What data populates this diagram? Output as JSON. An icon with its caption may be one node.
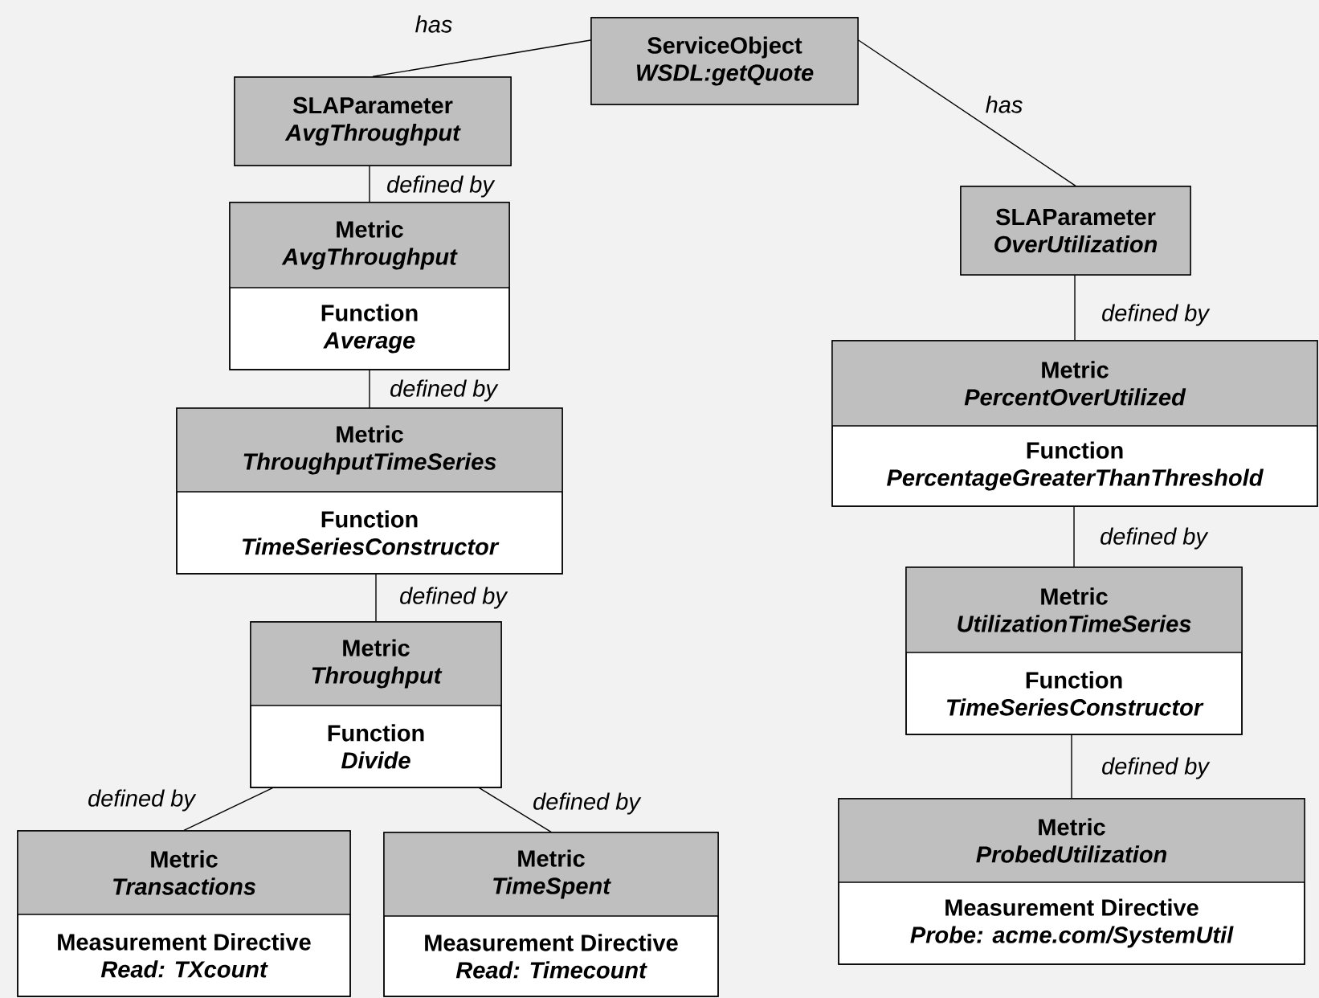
{
  "diagram": {
    "nodes": [
      {
        "text": [
          "ServiceObject",
          "WSDL:getQuote"
        ]
      },
      {
        "text": [
          "SLAParameter",
          "AvgThroughput"
        ]
      },
      {
        "text": [
          "Metric",
          "AvgThroughput",
          "Function",
          "Average"
        ]
      },
      {
        "text": [
          "Metric",
          "ThroughputTimeSeries",
          "Function",
          "TimeSeriesConstructor"
        ]
      },
      {
        "text": [
          "Metric",
          "Throughput",
          "Function",
          "Divide"
        ]
      },
      {
        "text": [
          "Metric",
          "Transactions",
          "Measurement Directive",
          "Read: TXcount"
        ]
      },
      {
        "text": [
          "Metric",
          "TimeSpent",
          "Measurement Directive",
          "Read: Timecount"
        ]
      },
      {
        "text": [
          "SLAParameter",
          "OverUtilization"
        ]
      },
      {
        "text": [
          "Metric",
          "PercentOverUtilized",
          "Function",
          "PercentageGreaterThanThreshold"
        ]
      },
      {
        "text": [
          "Metric",
          "UtilizationTimeSeries",
          "Function",
          "TimeSeriesConstructor"
        ]
      },
      {
        "text": [
          "Metric",
          "ProbedUtilization",
          "Measurement Directive",
          "Probe: acme.com/SystemUtil"
        ]
      }
    ],
    "edges": [
      {
        "from": 0,
        "to": 1,
        "arrow": "none",
        "label": "has"
      },
      {
        "from": 0,
        "to": 7,
        "arrow": "none",
        "label": "has"
      },
      {
        "from": 1,
        "to": 2,
        "arrow": "none",
        "label": "defined by"
      },
      {
        "from": 2,
        "to": 3,
        "arrow": "none",
        "label": "defined by"
      },
      {
        "from": 3,
        "to": 4,
        "arrow": "none",
        "label": "defined by"
      },
      {
        "from": 4,
        "to": 5,
        "arrow": "none",
        "label": "defined by"
      },
      {
        "from": 4,
        "to": 6,
        "arrow": "none",
        "label": "defined by"
      },
      {
        "from": 7,
        "to": 8,
        "arrow": "none",
        "label": "defined by"
      },
      {
        "from": 8,
        "to": 9,
        "arrow": "none",
        "label": "defined by"
      },
      {
        "from": 9,
        "to": 10,
        "arrow": "none",
        "label": "defined by"
      }
    ]
  }
}
